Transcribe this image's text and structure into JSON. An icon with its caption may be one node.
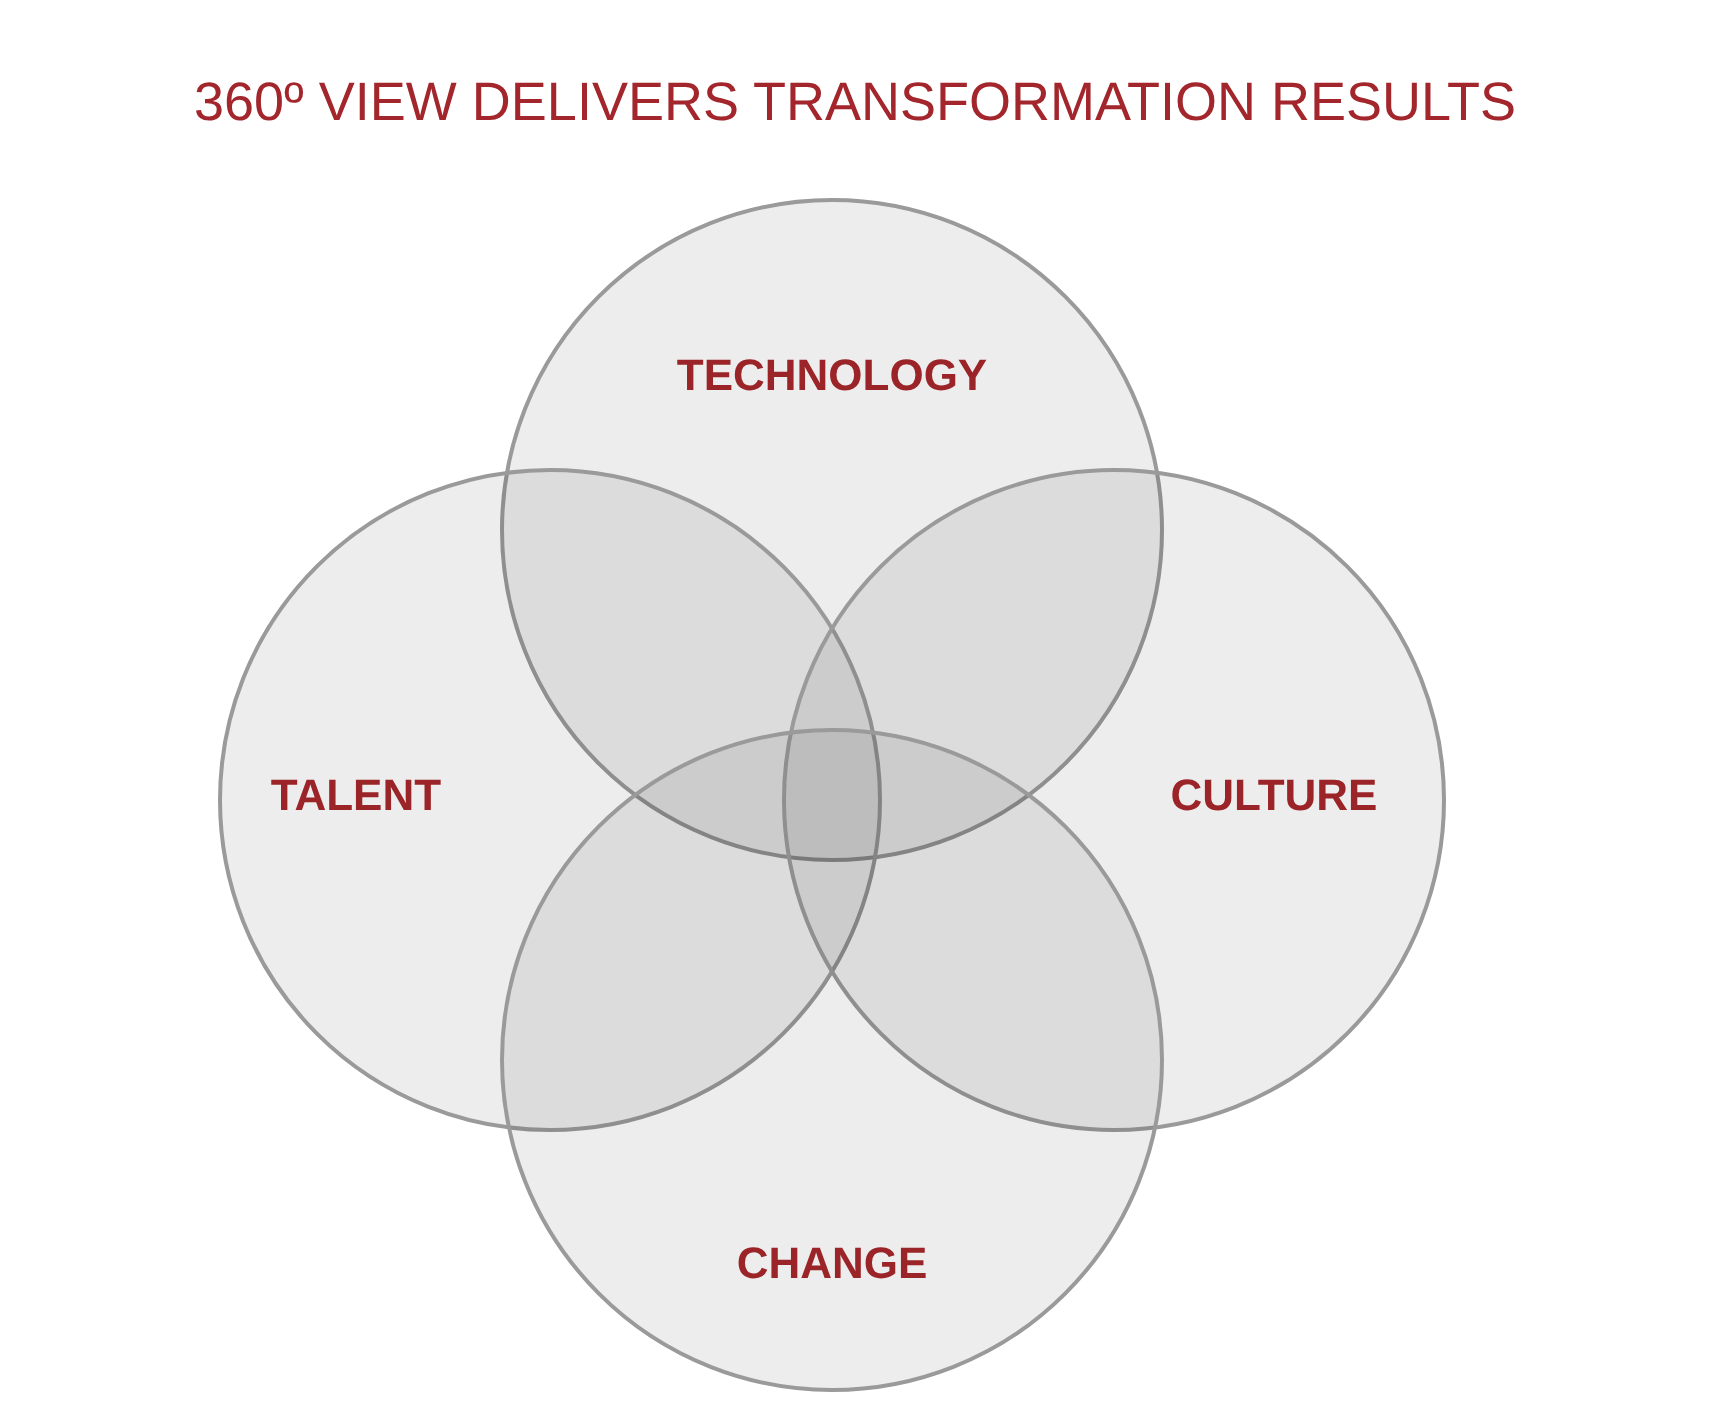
{
  "diagram": {
    "title": "360º VIEW DELIVERS TRANSFORMATION RESULTS",
    "nodes": [
      {
        "text": [
          "TECHNOLOGY"
        ]
      },
      {
        "text": [
          "TALENT"
        ]
      },
      {
        "text": [
          "CULTURE"
        ]
      },
      {
        "text": [
          "CHANGE"
        ]
      }
    ]
  }
}
